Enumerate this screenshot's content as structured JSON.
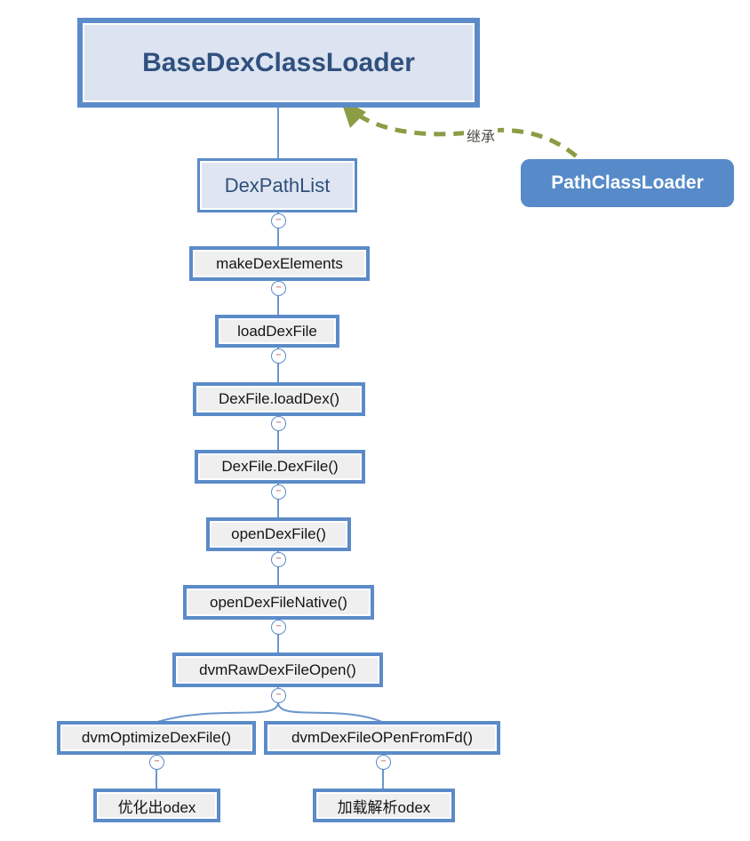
{
  "ui": {
    "toggle_glyph": "−",
    "colors": {
      "node_border_blue": "#5b8bc8",
      "root_fill": "#dce4f1",
      "gray_fill": "#efeff0",
      "connector": "#6b96cd",
      "inherit_arrow_olive": "#8a9d44",
      "solid_node_fill": "#568ac8",
      "toggle_minus_red": "#b0574f",
      "root_text": "#30507e"
    }
  },
  "diagram": {
    "root": {
      "label": "BaseDexClassLoader"
    },
    "side_node": {
      "label": "PathClassLoader"
    },
    "inherit_edge": {
      "label": "继承"
    },
    "chain": [
      {
        "label": "DexPathList"
      },
      {
        "label": "makeDexElements"
      },
      {
        "label": "loadDexFile"
      },
      {
        "label": "DexFile.loadDex()"
      },
      {
        "label": "DexFile.DexFile()"
      },
      {
        "label": "openDexFile()"
      },
      {
        "label": "openDexFileNative()"
      },
      {
        "label": "dvmRawDexFileOpen()"
      }
    ],
    "branches": [
      {
        "label": "dvmOptimizeDexFile()",
        "child": "优化出odex"
      },
      {
        "label": "dvmDexFileOPenFromFd()",
        "child": "加载解析odex"
      }
    ]
  }
}
